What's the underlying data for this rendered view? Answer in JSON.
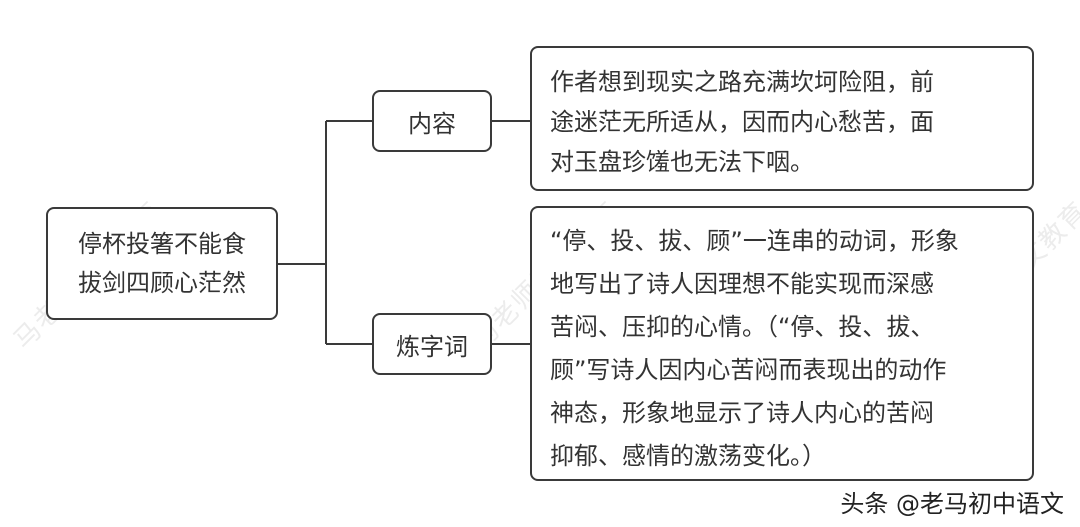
{
  "root": {
    "lines": [
      "停杯投箸不能食",
      "拔剑四顾心茫然"
    ]
  },
  "branches": [
    {
      "label": "内容",
      "detail_lines": [
        "作者想到现实之路充满坎坷险阻，前",
        "途迷茫无所适从，因而内心愁苦，面",
        "对玉盘珍馐也无法下咽。"
      ]
    },
    {
      "label": "炼字词",
      "detail_lines": [
        "“停、投、拔、顾”一连串的动词，形象",
        "地写出了诗人因理想不能实现而深感",
        "苦闷、压抑的心情。（“停、投、拔、",
        "顾”写诗人因内心苦闷而表现出的动作",
        "神态，形象地显示了诗人内心的苦闷",
        "抑郁、感情的激荡变化。）"
      ]
    }
  ],
  "watermarks": [
    "马老师语文教育",
    "马老师语文教育",
    "马老师语文教育"
  ],
  "footer": {
    "credit": "头条 @老马初中语文"
  },
  "colors": {
    "border": "#3a3a3a",
    "text": "#333333",
    "watermark": "#ececec"
  }
}
